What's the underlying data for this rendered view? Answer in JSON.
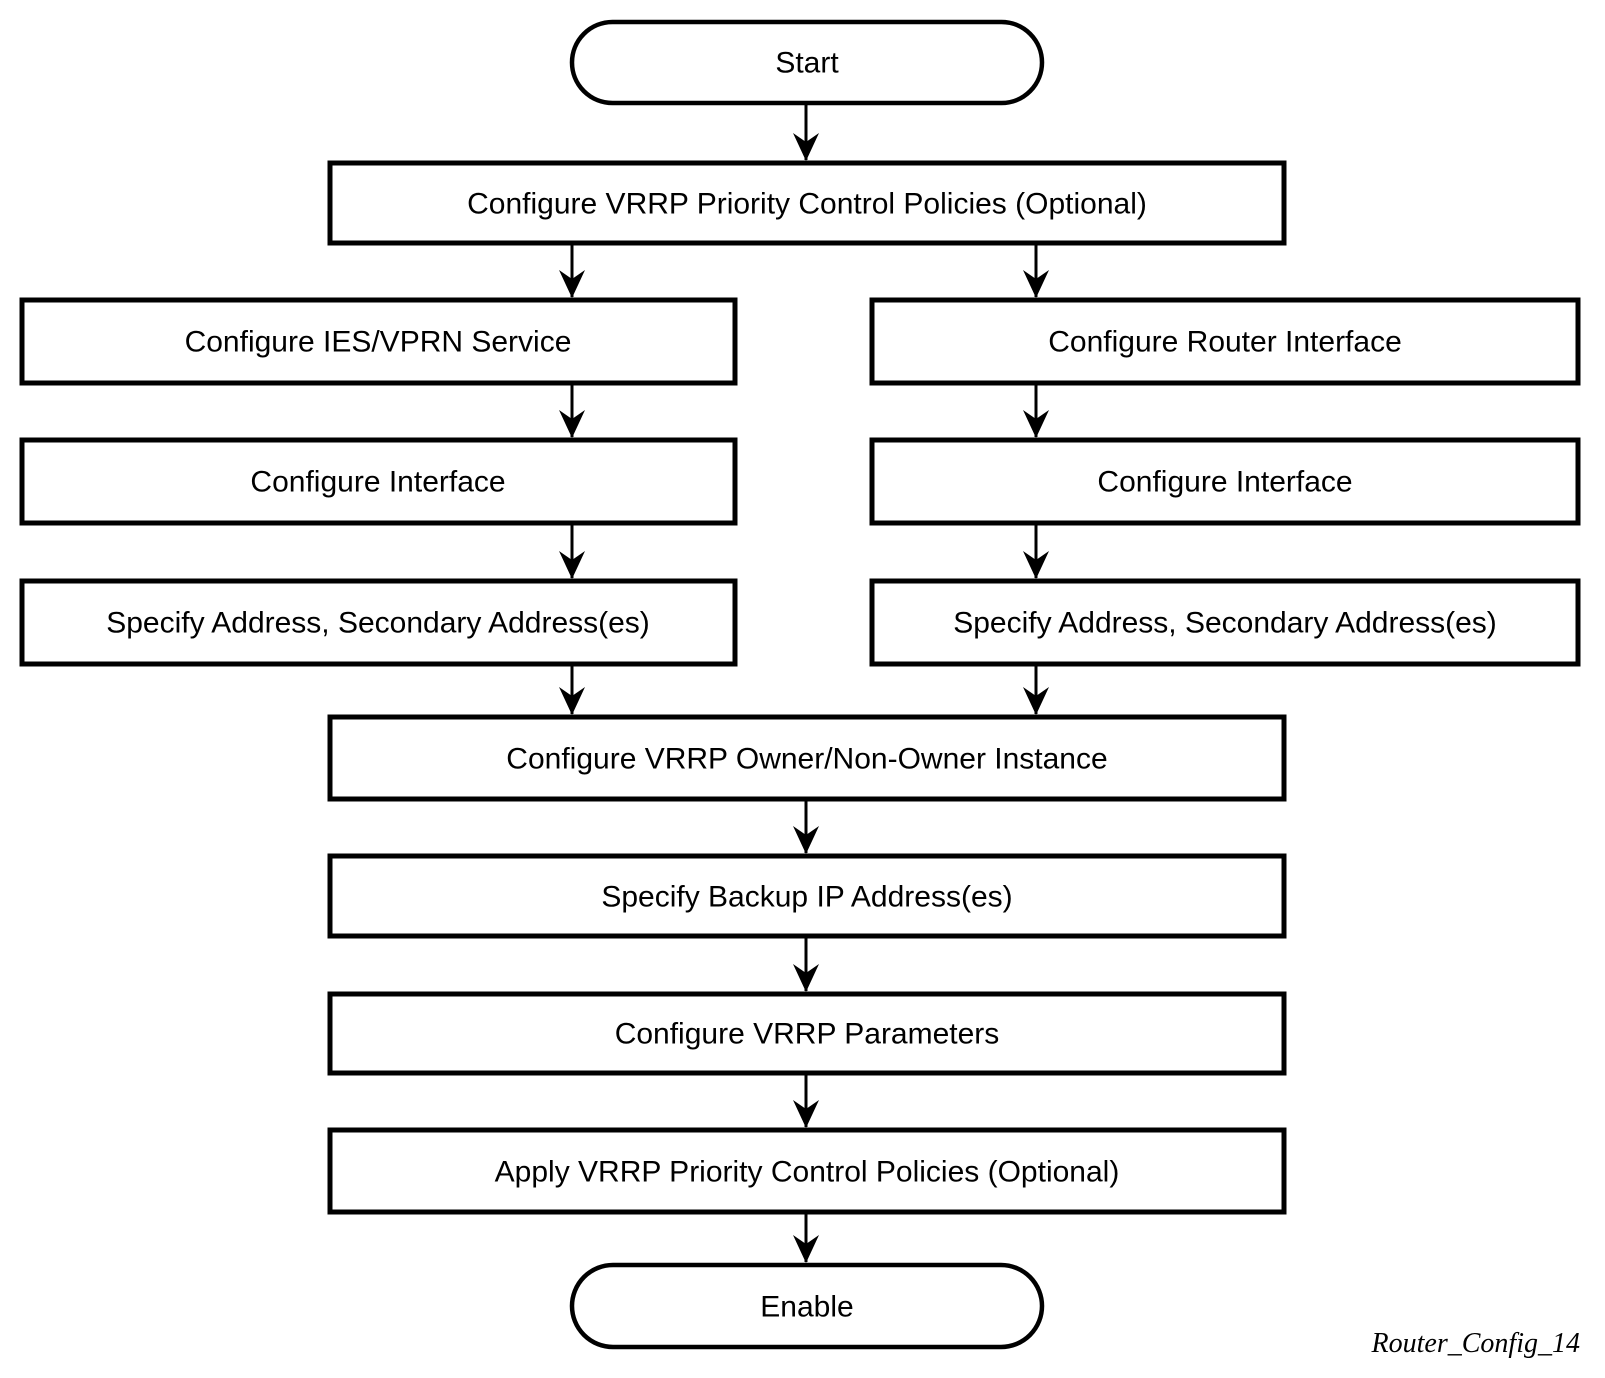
{
  "diagram": {
    "type": "flowchart",
    "caption": "Router_Config_14",
    "colors": {
      "stroke": "#000000",
      "fill": "#ffffff",
      "background": "#ffffff"
    },
    "nodes": {
      "start": {
        "id": "start",
        "shape": "terminator",
        "label": "Start"
      },
      "policies": {
        "id": "policies",
        "shape": "process",
        "label": "Configure VRRP Priority Control Policies (Optional)"
      },
      "ies_vprn": {
        "id": "ies_vprn",
        "shape": "process",
        "label": "Configure IES/VPRN Service"
      },
      "router_if": {
        "id": "router_if",
        "shape": "process",
        "label": "Configure Router Interface"
      },
      "if_left": {
        "id": "if_left",
        "shape": "process",
        "label": "Configure Interface"
      },
      "if_right": {
        "id": "if_right",
        "shape": "process",
        "label": "Configure Interface"
      },
      "addr_left": {
        "id": "addr_left",
        "shape": "process",
        "label": "Specify Address, Secondary Address(es)"
      },
      "addr_right": {
        "id": "addr_right",
        "shape": "process",
        "label": "Specify Address, Secondary Address(es)"
      },
      "owner": {
        "id": "owner",
        "shape": "process",
        "label": "Configure VRRP Owner/Non-Owner Instance"
      },
      "backup": {
        "id": "backup",
        "shape": "process",
        "label": "Specify Backup IP Address(es)"
      },
      "params": {
        "id": "params",
        "shape": "process",
        "label": "Configure VRRP Parameters"
      },
      "apply": {
        "id": "apply",
        "shape": "process",
        "label": "Apply VRRP Priority Control Policies (Optional)"
      },
      "enable": {
        "id": "enable",
        "shape": "terminator",
        "label": "Enable"
      }
    },
    "edges": [
      {
        "from": "start",
        "to": "policies"
      },
      {
        "from": "policies",
        "to": "ies_vprn"
      },
      {
        "from": "policies",
        "to": "router_if"
      },
      {
        "from": "ies_vprn",
        "to": "if_left"
      },
      {
        "from": "router_if",
        "to": "if_right"
      },
      {
        "from": "if_left",
        "to": "addr_left"
      },
      {
        "from": "if_right",
        "to": "addr_right"
      },
      {
        "from": "addr_left",
        "to": "owner"
      },
      {
        "from": "addr_right",
        "to": "owner"
      },
      {
        "from": "owner",
        "to": "backup"
      },
      {
        "from": "backup",
        "to": "params"
      },
      {
        "from": "params",
        "to": "apply"
      },
      {
        "from": "apply",
        "to": "enable"
      }
    ]
  }
}
